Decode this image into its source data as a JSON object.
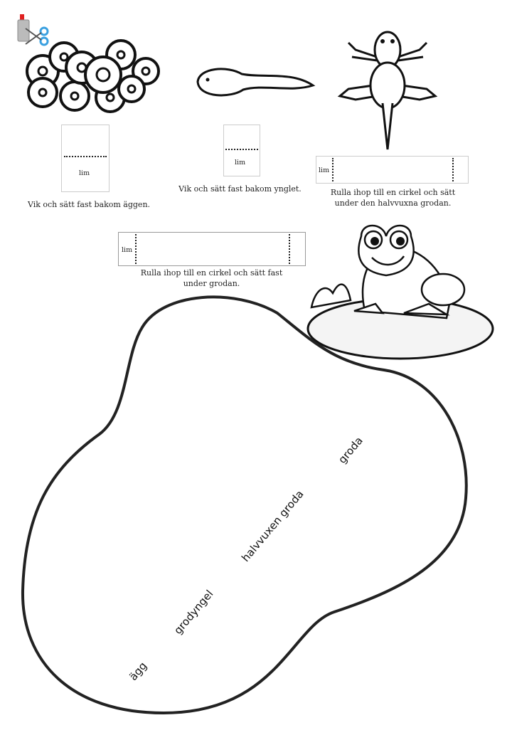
{
  "tabs": {
    "eggs": {
      "label": "lim",
      "caption": "Vik och sätt fast bakom äggen."
    },
    "tadpole": {
      "label": "lim",
      "caption": "Vik och sätt fast bakom ynglet."
    },
    "froglet": {
      "label": "lim",
      "caption_line1": "Rulla ihop till en cirkel och sätt",
      "caption_line2": "under den halvvuxna grodan."
    },
    "frog": {
      "label": "lim",
      "caption_line1": "Rulla ihop till en cirkel och sätt fast",
      "caption_line2": "under grodan."
    }
  },
  "pond": {
    "labels": [
      "ägg",
      "grodyngel",
      "halvvuxen groda",
      "groda"
    ]
  }
}
